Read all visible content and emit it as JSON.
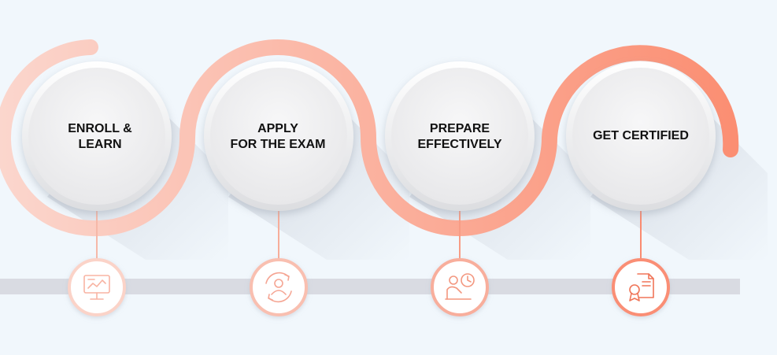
{
  "steps": [
    {
      "label": "ENROLL &\nLEARN",
      "icon": "computer-screen-icon"
    },
    {
      "label": "APPLY\nFOR THE EXAM",
      "icon": "user-cycle-icon"
    },
    {
      "label": "PREPARE\nEFFECTIVELY",
      "icon": "study-clock-icon"
    },
    {
      "label": "GET CERTIFIED",
      "icon": "certificate-icon"
    }
  ],
  "colors": {
    "background": "#f1f7fc",
    "timeline_bar": "#d9dbe2",
    "accent_start": "#fbd6cd",
    "accent_end": "#fb8a6d",
    "circle_fill": "#f2f2f3",
    "label_text": "#111111"
  }
}
